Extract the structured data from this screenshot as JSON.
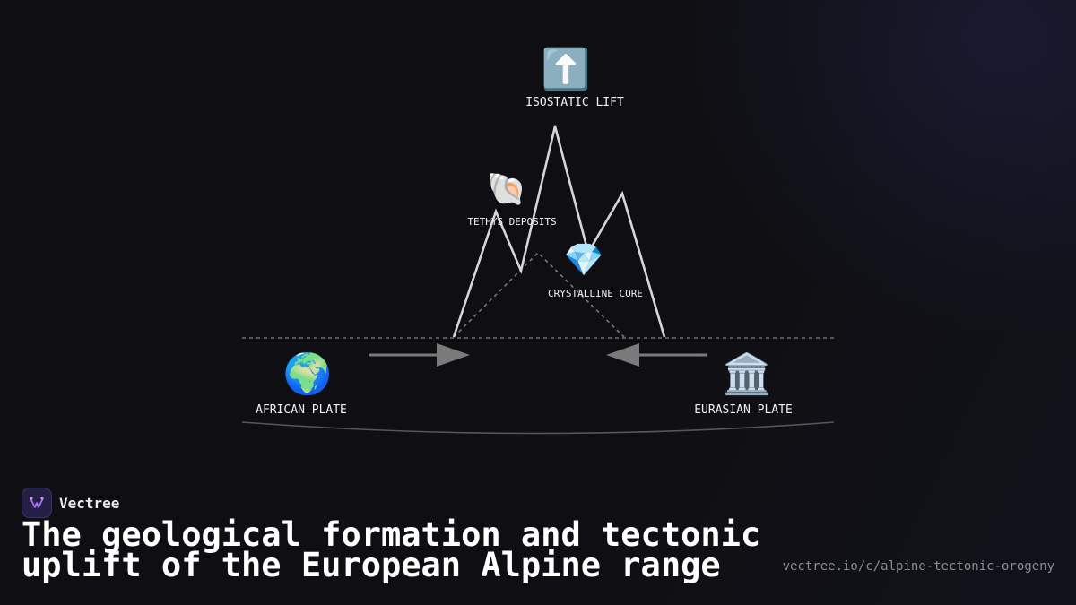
{
  "diagram": {
    "labels": {
      "isostatic_lift": "ISOSTATIC LIFT",
      "tethys_deposits": "TETHYS DEPOSITS",
      "crystalline_core": "CRYSTALLINE CORE",
      "african_plate": "AFRICAN PLATE",
      "eurasian_plate": "EURASIAN PLATE"
    },
    "icons": {
      "isostatic_lift": "⬆️",
      "tethys_deposits": "🐚",
      "crystalline_core": "💎",
      "african_plate": "🌍",
      "eurasian_plate": "🏛️"
    },
    "colors": {
      "mountain_outline": "#d6d6da",
      "arrow": "#7a7a7a",
      "dashed_line": "#6e6e72"
    }
  },
  "brand": {
    "name": "Vectree",
    "logo_color": "#241f45"
  },
  "title": "The geological formation and tectonic uplift of the European Alpine range",
  "url": "vectree.io/c/alpine-tectonic-orogeny"
}
